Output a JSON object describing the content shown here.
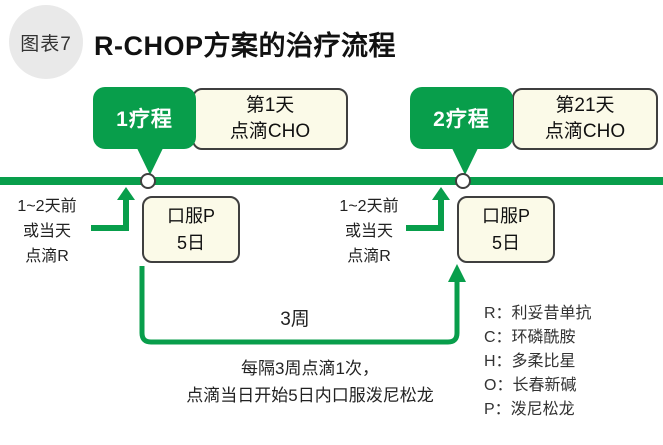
{
  "figure": {
    "badge": "图表7",
    "title": "R-CHOP方案的治疗流程"
  },
  "colors": {
    "green": "#089e4b",
    "cream_fill": "#fbfae8",
    "box_border": "#3f3f3f",
    "badge_bg": "#e9e9e9",
    "bubble_text": "#ffffff"
  },
  "timeline": {
    "courses": [
      {
        "label": "1疗程",
        "day": "第1天",
        "treatment": "点滴CHO",
        "pre1": "1~2天前",
        "pre2": "或当天",
        "pre3": "点滴R",
        "oral1": "口服P",
        "oral2": "5日"
      },
      {
        "label": "2疗程",
        "day": "第21天",
        "treatment": "点滴CHO",
        "pre1": "1~2天前",
        "pre2": "或当天",
        "pre3": "点滴R",
        "oral1": "口服P",
        "oral2": "5日"
      }
    ],
    "interval_label": "3周"
  },
  "notes": {
    "line1": "每隔3周点滴1次，",
    "line2": "点滴当日开始5日内口服泼尼松龙"
  },
  "legend": {
    "items": [
      "R：利妥昔单抗",
      "C：环磷酰胺",
      "H：多柔比星",
      "O：长春新碱",
      "P：泼尼松龙"
    ]
  }
}
